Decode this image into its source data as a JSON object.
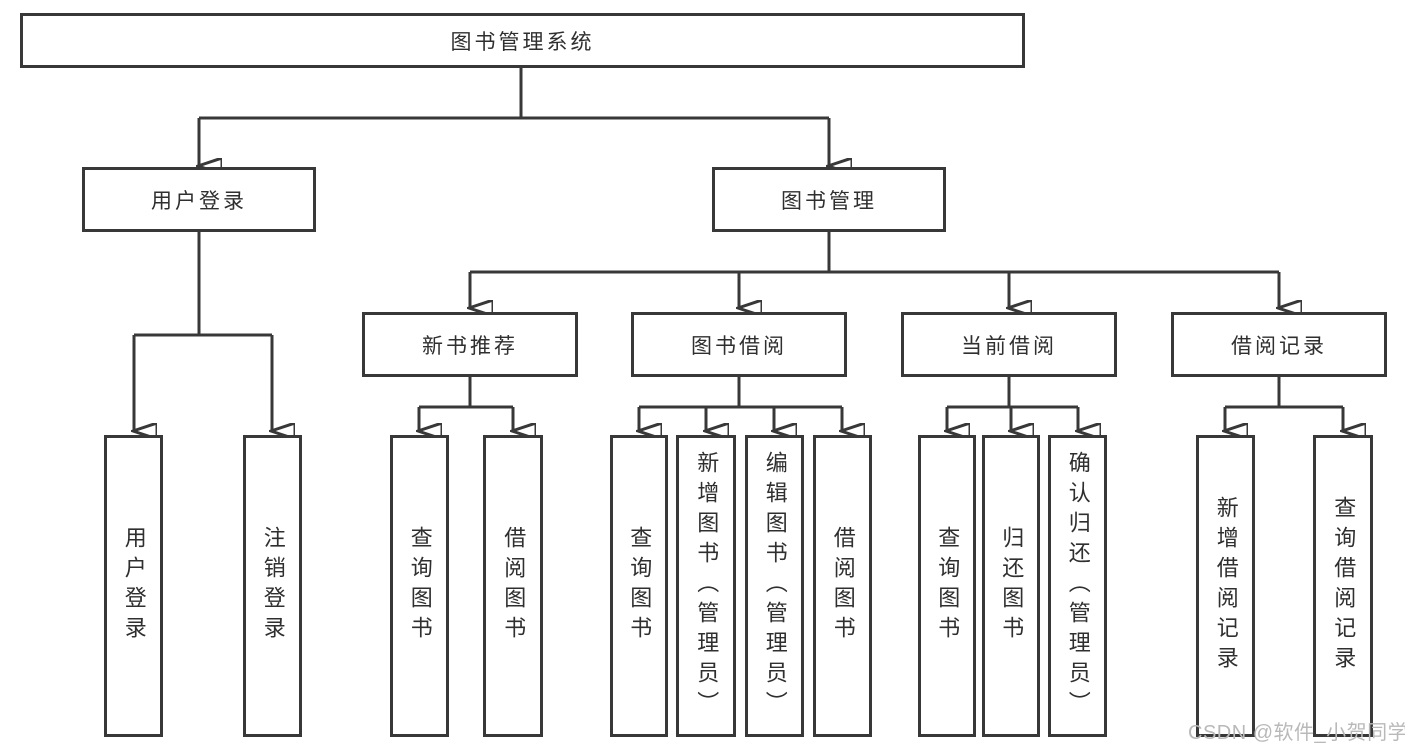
{
  "diagram_title": "图书管理系统",
  "watermark": "CSDN @软件_小贺同学",
  "colors": {
    "line": "#383838",
    "box_border": "#383838",
    "box_fill": "#ffffff",
    "text": "#2f2f2f",
    "watermark": "#b9b9b9",
    "background": "#ffffff"
  },
  "tree": {
    "root": {
      "label": "图书管理系统"
    },
    "level2": [
      {
        "label": "用户登录"
      },
      {
        "label": "图书管理"
      }
    ],
    "level3": [
      {
        "label": "新书推荐",
        "parent": "图书管理"
      },
      {
        "label": "图书借阅",
        "parent": "图书管理"
      },
      {
        "label": "当前借阅",
        "parent": "图书管理"
      },
      {
        "label": "借阅记录",
        "parent": "图书管理"
      }
    ],
    "leaves": [
      {
        "label": "用户登录",
        "parent": "用户登录"
      },
      {
        "label": "注销登录",
        "parent": "用户登录"
      },
      {
        "label": "查询图书",
        "parent": "新书推荐"
      },
      {
        "label": "借阅图书",
        "parent": "新书推荐"
      },
      {
        "label": "查询图书",
        "parent": "图书借阅"
      },
      {
        "label": "新增图书（管理员）",
        "parent": "图书借阅"
      },
      {
        "label": "编辑图书（管理员）",
        "parent": "图书借阅"
      },
      {
        "label": "借阅图书",
        "parent": "图书借阅"
      },
      {
        "label": "查询图书",
        "parent": "当前借阅"
      },
      {
        "label": "归还图书",
        "parent": "当前借阅"
      },
      {
        "label": "确认归还（管理员）",
        "parent": "当前借阅"
      },
      {
        "label": "新增借阅记录",
        "parent": "借阅记录"
      },
      {
        "label": "查询借阅记录",
        "parent": "借阅记录"
      }
    ]
  }
}
